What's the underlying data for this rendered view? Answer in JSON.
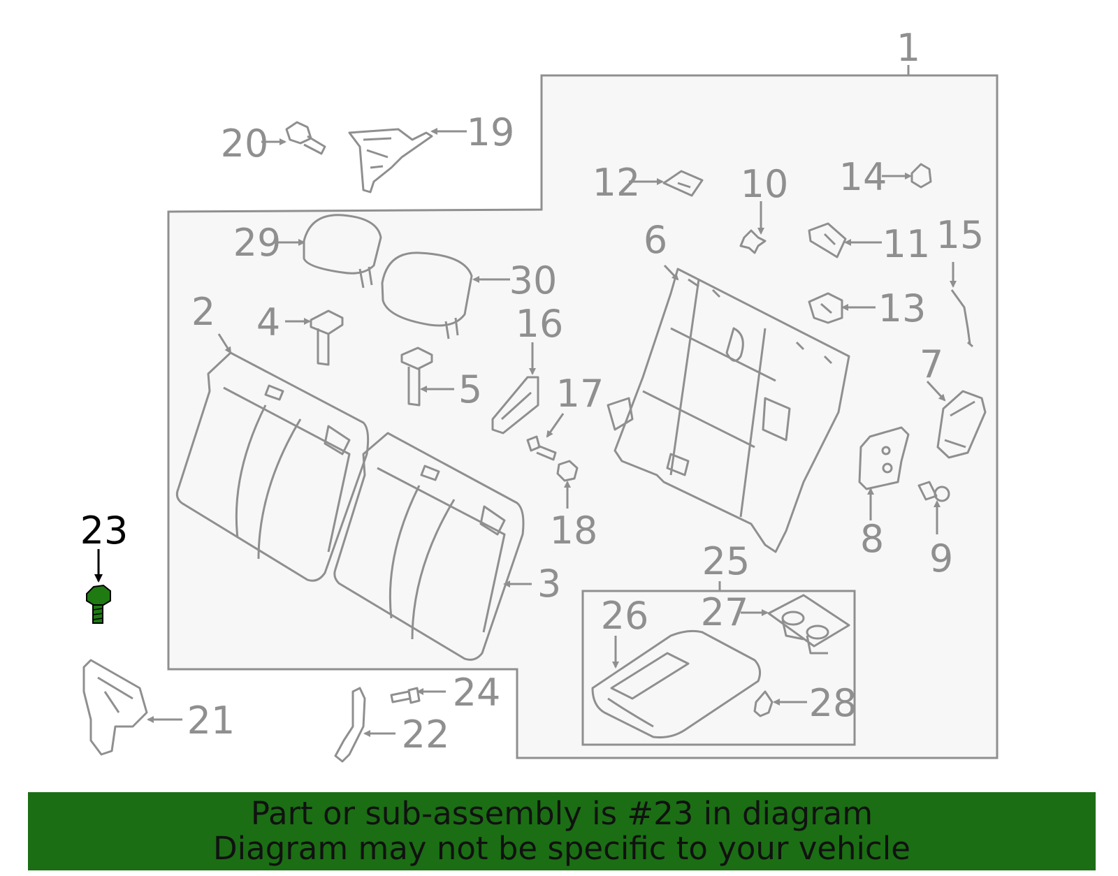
{
  "diagram": {
    "callouts": [
      "1",
      "2",
      "3",
      "4",
      "5",
      "6",
      "7",
      "8",
      "9",
      "10",
      "11",
      "12",
      "13",
      "14",
      "15",
      "16",
      "17",
      "18",
      "19",
      "20",
      "21",
      "22",
      "23",
      "24",
      "25",
      "26",
      "27",
      "28",
      "29",
      "30"
    ],
    "highlighted_part": "23",
    "colors": {
      "line": "#8f8f8f",
      "panel_fill": "#f7f7f7",
      "highlight_label": "#000000",
      "highlight_part": "#1f7a12",
      "banner": "#1b6e14"
    }
  },
  "banner": {
    "line1": "Part or sub-assembly is #23 in diagram",
    "line2": "Diagram may not be specific to your vehicle"
  }
}
